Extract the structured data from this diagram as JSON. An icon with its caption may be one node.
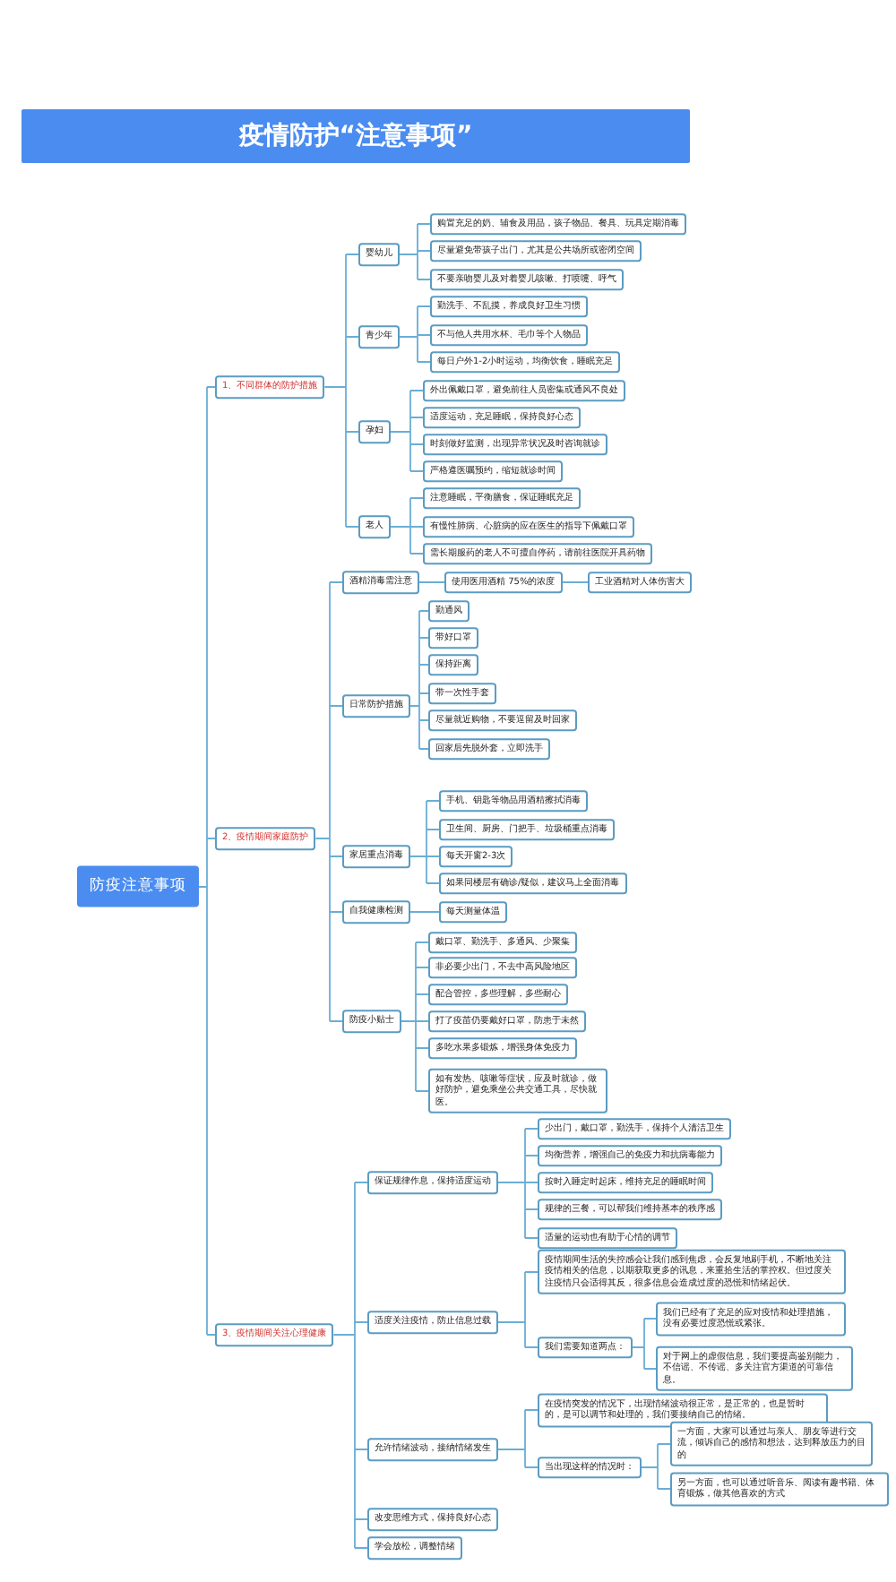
{
  "diagram": {
    "title": "疫情防护“注意事项”",
    "nodes": [
      {
        "text": [
          "防疫注意事项"
        ]
      },
      {
        "text": [
          "1、不同群体的防护措施"
        ]
      },
      {
        "text": [
          "婴幼儿"
        ]
      },
      {
        "text": [
          "购置充足的奶、辅食及用品，孩子物品、餐具、玩具定期消毒"
        ]
      },
      {
        "text": [
          "尽量避免带孩子出门，尤其是公共场所或密闭空间"
        ]
      },
      {
        "text": [
          "不要亲吻婴儿及对着婴儿咳嗽、打喷嚏、呼气"
        ]
      },
      {
        "text": [
          "青少年"
        ]
      },
      {
        "text": [
          "勤洗手、不乱摸，养成良好卫生习惯"
        ]
      },
      {
        "text": [
          "不与他人共用水杯、毛巾等个人物品"
        ]
      },
      {
        "text": [
          "每日户外1-2小时运动，均衡饮食，睡眠充足"
        ]
      },
      {
        "text": [
          "孕妇"
        ]
      },
      {
        "text": [
          "外出佩戴口罩，避免前往人员密集或通风不良处"
        ]
      },
      {
        "text": [
          "适度运动，充足睡眠，保持良好心态"
        ]
      },
      {
        "text": [
          "时刻做好监测，出现异常状况及时咨询就诊"
        ]
      },
      {
        "text": [
          "严格遵医嘱预约，缩短就诊时间"
        ]
      },
      {
        "text": [
          "老人"
        ]
      },
      {
        "text": [
          "注意睡眠，平衡膳食，保证睡眠充足"
        ]
      },
      {
        "text": [
          "有慢性肺病、心脏病的应在医生的指导下佩戴口罩"
        ]
      },
      {
        "text": [
          "需长期服药的老人不可擅自停药，请前往医院开具药物"
        ]
      },
      {
        "text": [
          "2、疫情期间家庭防护"
        ]
      },
      {
        "text": [
          "酒精消毒需注意"
        ]
      },
      {
        "text": [
          "使用医用酒精 75%的浓度"
        ]
      },
      {
        "text": [
          "工业酒精对人体伤害大"
        ]
      },
      {
        "text": [
          "日常防护措施"
        ]
      },
      {
        "text": [
          "勤通风"
        ]
      },
      {
        "text": [
          "带好口罩"
        ]
      },
      {
        "text": [
          "保持距离"
        ]
      },
      {
        "text": [
          "带一次性手套"
        ]
      },
      {
        "text": [
          "尽量就近购物，不要逗留及时回家"
        ]
      },
      {
        "text": [
          "回家后先脱外套，立即洗手"
        ]
      },
      {
        "text": [
          "家居重点消毒"
        ]
      },
      {
        "text": [
          "手机、钥匙等物品用酒精擦拭消毒"
        ]
      },
      {
        "text": [
          "卫生间、厨房、门把手、垃圾桶重点消毒"
        ]
      },
      {
        "text": [
          "每天开窗2-3次"
        ]
      },
      {
        "text": [
          "如果同楼层有确诊/疑似，建议马上全面消毒"
        ]
      },
      {
        "text": [
          "自我健康检测"
        ]
      },
      {
        "text": [
          "每天测量体温"
        ]
      },
      {
        "text": [
          "防疫小贴士"
        ]
      },
      {
        "text": [
          "戴口罩、勤洗手、多通风、少聚集"
        ]
      },
      {
        "text": [
          "非必要少出门，不去中高风险地区"
        ]
      },
      {
        "text": [
          "配合管控，多些理解，多些耐心"
        ]
      },
      {
        "text": [
          "打了疫苗仍要戴好口罩，防患于未然"
        ]
      },
      {
        "text": [
          "多吃水果多锻炼，增强身体免疫力"
        ]
      },
      {
        "text": [
          "如有发热、咳嗽等症状，应及时就诊，做好防护，避免乘坐公共交通工具，尽快就医。"
        ]
      },
      {
        "text": [
          "3、疫情期间关注心理健康"
        ]
      },
      {
        "text": [
          "保证规律作息，保持适度运动"
        ]
      },
      {
        "text": [
          "少出门，戴口罩，勤洗手，保持个人清洁卫生"
        ]
      },
      {
        "text": [
          "均衡营养，增强自己的免疫力和抗病毒能力"
        ]
      },
      {
        "text": [
          "按时入睡定时起床，维持充足的睡眠时间"
        ]
      },
      {
        "text": [
          "规律的三餐，可以帮我们维持基本的秩序感"
        ]
      },
      {
        "text": [
          "适量的运动也有助于心情的调节"
        ]
      },
      {
        "text": [
          "适度关注疫情，防止信息过载"
        ]
      },
      {
        "text": [
          "疫情期间生活的失控感会让我们感到焦虑，会反复地刷手机，不断地关注疫情相关的信息，以期获取更多的讯息，来重拾生活的掌控权。但过度关注疫情只会适得其反，很多信息会造成过度的恐慌和情绪起伏。"
        ]
      },
      {
        "text": [
          "我们需要知道两点："
        ]
      },
      {
        "text": [
          "我们已经有了充足的应对疫情和处理措施，没有必要过度恐慌或紧张。"
        ]
      },
      {
        "text": [
          "对于网上的虚假信息，我们要提高鉴别能力，不信谣、不传谣、多关注官方渠道的可靠信息。"
        ]
      },
      {
        "text": [
          "允许情绪波动，接纳情绪发生"
        ]
      },
      {
        "text": [
          "在疫情突发的情况下，出现情绪波动很正常，是正常的，也是暂时的，是可以调节和处理的，我们要接纳自己的情绪。"
        ]
      },
      {
        "text": [
          "当出现这样的情况时："
        ]
      },
      {
        "text": [
          "一方面，大家可以通过与亲人、朋友等进行交流，倾诉自己的感情和想法，达到释放压力的目的"
        ]
      },
      {
        "text": [
          "另一方面，也可以通过听音乐、阅读有趣书籍、体育锻炼，做其他喜欢的方式"
        ]
      },
      {
        "text": [
          "改变思维方式，保持良好心态"
        ]
      },
      {
        "text": [
          "学会放松，调整情绪"
        ]
      }
    ],
    "edges": [
      {
        "from": 0,
        "to": 1,
        "arrow": "none"
      },
      {
        "from": 0,
        "to": 19,
        "arrow": "none"
      },
      {
        "from": 0,
        "to": 44,
        "arrow": "none"
      },
      {
        "from": 1,
        "to": 2,
        "arrow": "none"
      },
      {
        "from": 1,
        "to": 6,
        "arrow": "none"
      },
      {
        "from": 1,
        "to": 10,
        "arrow": "none"
      },
      {
        "from": 1,
        "to": 15,
        "arrow": "none"
      },
      {
        "from": 2,
        "to": 3,
        "arrow": "none"
      },
      {
        "from": 2,
        "to": 4,
        "arrow": "none"
      },
      {
        "from": 2,
        "to": 5,
        "arrow": "none"
      },
      {
        "from": 6,
        "to": 7,
        "arrow": "none"
      },
      {
        "from": 6,
        "to": 8,
        "arrow": "none"
      },
      {
        "from": 6,
        "to": 9,
        "arrow": "none"
      },
      {
        "from": 10,
        "to": 11,
        "arrow": "none"
      },
      {
        "from": 10,
        "to": 12,
        "arrow": "none"
      },
      {
        "from": 10,
        "to": 13,
        "arrow": "none"
      },
      {
        "from": 10,
        "to": 14,
        "arrow": "none"
      },
      {
        "from": 15,
        "to": 16,
        "arrow": "none"
      },
      {
        "from": 15,
        "to": 17,
        "arrow": "none"
      },
      {
        "from": 15,
        "to": 18,
        "arrow": "none"
      },
      {
        "from": 19,
        "to": 20,
        "arrow": "none"
      },
      {
        "from": 19,
        "to": 23,
        "arrow": "none"
      },
      {
        "from": 19,
        "to": 30,
        "arrow": "none"
      },
      {
        "from": 19,
        "to": 35,
        "arrow": "none"
      },
      {
        "from": 19,
        "to": 37,
        "arrow": "none"
      },
      {
        "from": 20,
        "to": 21,
        "arrow": "none"
      },
      {
        "from": 21,
        "to": 22,
        "arrow": "none"
      },
      {
        "from": 23,
        "to": 24,
        "arrow": "none"
      },
      {
        "from": 23,
        "to": 25,
        "arrow": "none"
      },
      {
        "from": 23,
        "to": 26,
        "arrow": "none"
      },
      {
        "from": 23,
        "to": 27,
        "arrow": "none"
      },
      {
        "from": 23,
        "to": 28,
        "arrow": "none"
      },
      {
        "from": 23,
        "to": 29,
        "arrow": "none"
      },
      {
        "from": 30,
        "to": 31,
        "arrow": "none"
      },
      {
        "from": 30,
        "to": 32,
        "arrow": "none"
      },
      {
        "from": 30,
        "to": 33,
        "arrow": "none"
      },
      {
        "from": 30,
        "to": 34,
        "arrow": "none"
      },
      {
        "from": 35,
        "to": 36,
        "arrow": "none"
      },
      {
        "from": 37,
        "to": 38,
        "arrow": "none"
      },
      {
        "from": 37,
        "to": 39,
        "arrow": "none"
      },
      {
        "from": 37,
        "to": 40,
        "arrow": "none"
      },
      {
        "from": 37,
        "to": 41,
        "arrow": "none"
      },
      {
        "from": 37,
        "to": 42,
        "arrow": "none"
      },
      {
        "from": 37,
        "to": 43,
        "arrow": "none"
      },
      {
        "from": 44,
        "to": 45,
        "arrow": "none"
      },
      {
        "from": 44,
        "to": 51,
        "arrow": "none"
      },
      {
        "from": 44,
        "to": 56,
        "arrow": "none"
      },
      {
        "from": 44,
        "to": 61,
        "arrow": "none"
      },
      {
        "from": 44,
        "to": 62,
        "arrow": "none"
      },
      {
        "from": 45,
        "to": 46,
        "arrow": "none"
      },
      {
        "from": 45,
        "to": 47,
        "arrow": "none"
      },
      {
        "from": 45,
        "to": 48,
        "arrow": "none"
      },
      {
        "from": 45,
        "to": 49,
        "arrow": "none"
      },
      {
        "from": 45,
        "to": 50,
        "arrow": "none"
      },
      {
        "from": 51,
        "to": 52,
        "arrow": "none"
      },
      {
        "from": 51,
        "to": 53,
        "arrow": "none"
      },
      {
        "from": 53,
        "to": 54,
        "arrow": "none"
      },
      {
        "from": 53,
        "to": 55,
        "arrow": "none"
      },
      {
        "from": 56,
        "to": 57,
        "arrow": "none"
      },
      {
        "from": 56,
        "to": 58,
        "arrow": "none"
      },
      {
        "from": 58,
        "to": 59,
        "arrow": "none"
      },
      {
        "from": 58,
        "to": 60,
        "arrow": "none"
      }
    ]
  }
}
